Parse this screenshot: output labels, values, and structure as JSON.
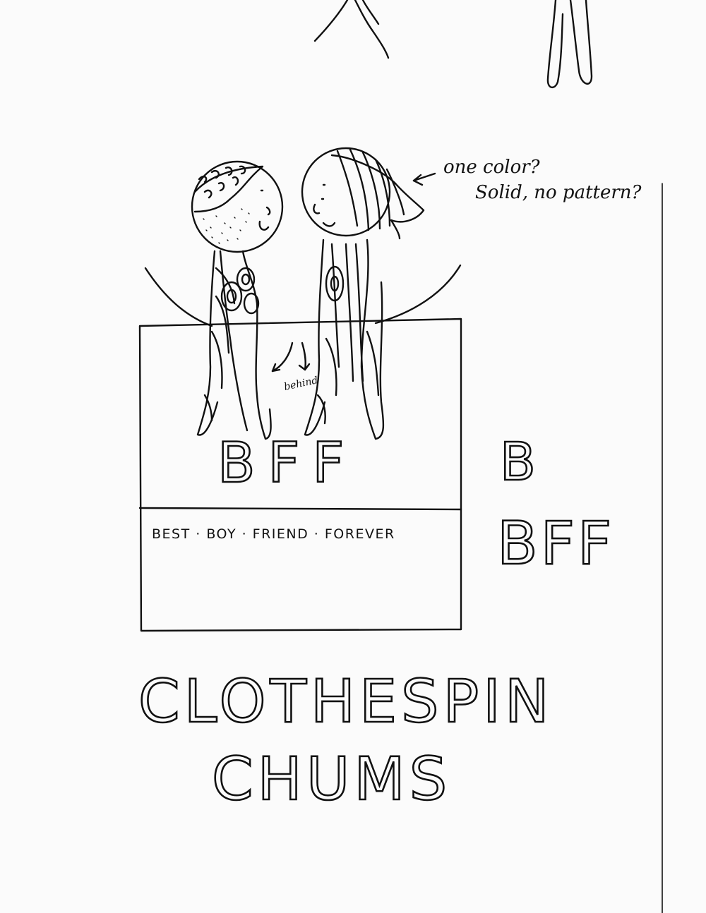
{
  "annotation": {
    "line1": "one color?",
    "line2": "Solid, no pattern?",
    "behind_label": "behind"
  },
  "card": {
    "logo_text": "BFF",
    "tagline": "BEST · BOY · FRIEND · FOREVER"
  },
  "side_sketches": {
    "b": "B",
    "bff": "BFF"
  },
  "title": {
    "line1": "CLOTHESPIN",
    "line2": "CHUMS"
  },
  "icons": {
    "left_figure": "clothespin-figure-curly-hair-icon",
    "right_figure": "clothespin-figure-striped-hair-icon",
    "arrow": "arrow-left-icon"
  }
}
